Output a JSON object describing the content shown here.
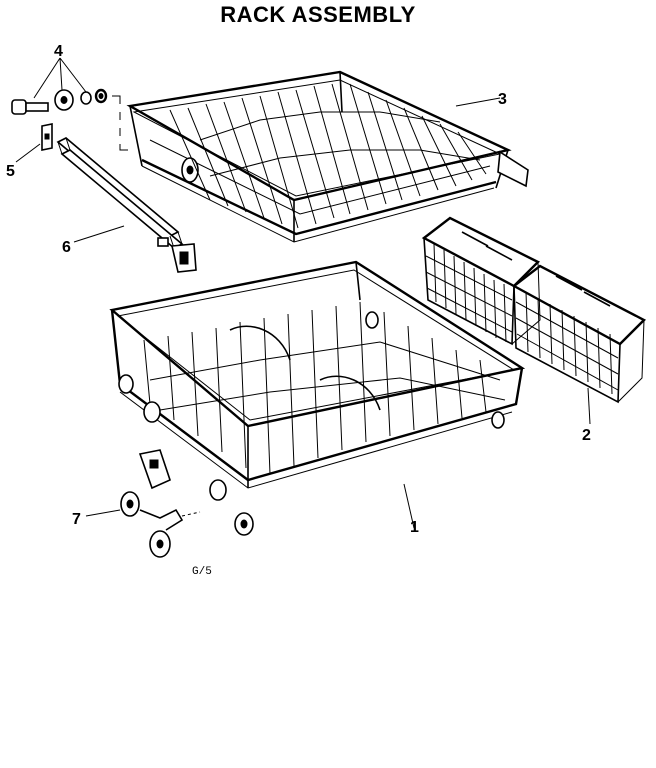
{
  "title": "RACK ASSEMBLY",
  "callouts": [
    {
      "id": "1",
      "text": "1"
    },
    {
      "id": "2",
      "text": "2"
    },
    {
      "id": "3",
      "text": "3"
    },
    {
      "id": "4",
      "text": "4"
    },
    {
      "id": "5",
      "text": "5"
    },
    {
      "id": "6",
      "text": "6"
    },
    {
      "id": "7",
      "text": "7"
    }
  ],
  "drawing_code": "G/5"
}
